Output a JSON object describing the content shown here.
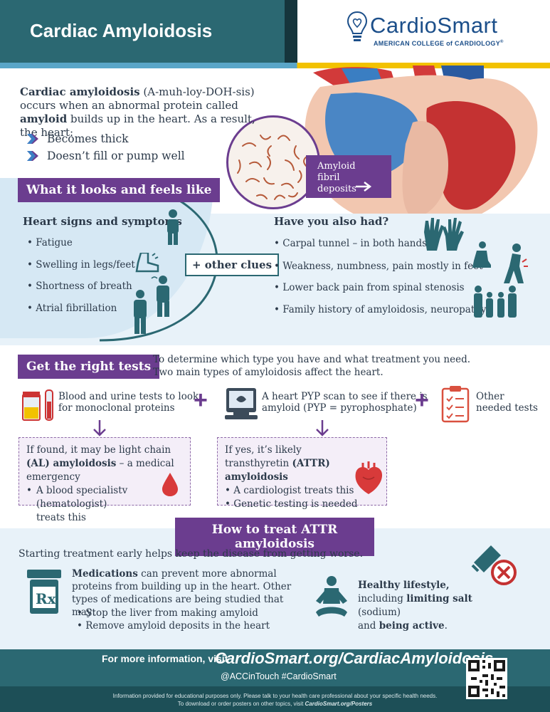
{
  "header": {
    "title": "Cardiac Amyloidosis",
    "logo_name": "CardioSmart",
    "logo_sub": "AMERICAN COLLEGE of CARDIOLOGY"
  },
  "intro": {
    "term": "Cardiac amyloidosis",
    "pronunciation": " (A-muh-loy-DOH-sis) occurs when an abnormal protein called ",
    "amyloid": "amyloid",
    "rest": " builds up in the heart. As a result, the heart:",
    "bullets": [
      "Becomes thick",
      "Doesn’t fill or pump well"
    ],
    "fibril_label": "Amyloid fibril deposits"
  },
  "looks": {
    "section_title": "What it looks and feels like",
    "heart_head": "Heart signs and symptoms",
    "heart_items": [
      "Fatigue",
      "Swelling in legs/feet",
      "Shortness of breath",
      "Atrial fibrillation"
    ],
    "other_clues": "+ other clues",
    "also_head": "Have you also had?",
    "also_items": [
      "Carpal tunnel – in both hands",
      "Weakness, numbness, pain mostly in feet",
      "Lower back pain from spinal stenosis",
      "Family history of amyloidosis, neuropathy"
    ]
  },
  "tests": {
    "section_title": "Get the right tests",
    "intro_line1": "To determine which type you have and what treatment you need.",
    "intro_line2": "Two main types of amyloidosis affect the heart.",
    "test1_line1": "Blood and urine tests to look",
    "test1_line2": "for monoclonal proteins",
    "test2_line1": "A heart PYP scan to see if there is",
    "test2_line2": "amyloid (PYP = pyrophosphate)",
    "test3_line1": "Other",
    "test3_line2": "needed tests",
    "al_pre": "If found, it may be light chain ",
    "al_bold": "(AL) amyloidosis",
    "al_post": " – a medical emergency",
    "al_bullet": "A blood specialistv (hematologist) treats this",
    "attr_pre": "If yes, it’s likely transthyretin ",
    "attr_bold": "(ATTR) amyloidosis",
    "attr_bullets": [
      "A cardiologist treats this",
      "Genetic testing is needed"
    ]
  },
  "treat": {
    "section_title": "How to treat ATTR amyloidosis",
    "intro": "Starting treatment early helps keep the disease from getting worse.",
    "med_bold": "Medications",
    "med_text": " can prevent more abnormal proteins from building up in the heart. Other types of medications are being studied that may:",
    "med_items": [
      "Stop the liver from making amyloid",
      "Remove amyloid deposits in the heart"
    ],
    "life_bold1": "Healthy lifestyle,",
    "life_text1": "including ",
    "life_bold2": "limiting salt",
    "life_text2": " (sodium)",
    "life_text3": "and ",
    "life_bold3": "being active",
    "life_text4": "."
  },
  "footer": {
    "more_info": "For more information, visit",
    "url": "CardioSmart.org/CardiacAmyloidosis",
    "social": "@ACCinTouch  #CardioSmart",
    "disclaimer1": "Information provided for educational purposes only. Please talk to your health care professional about your specific health needs.",
    "disclaimer2_pre": "To download or order posters on other topics, visit ",
    "disclaimer2_link": "CardioSmart.org/Posters"
  },
  "colors": {
    "teal": "#2b6872",
    "purple": "#6b3d8f",
    "yellow": "#f2c200",
    "light_blue": "#e8f2f9"
  }
}
